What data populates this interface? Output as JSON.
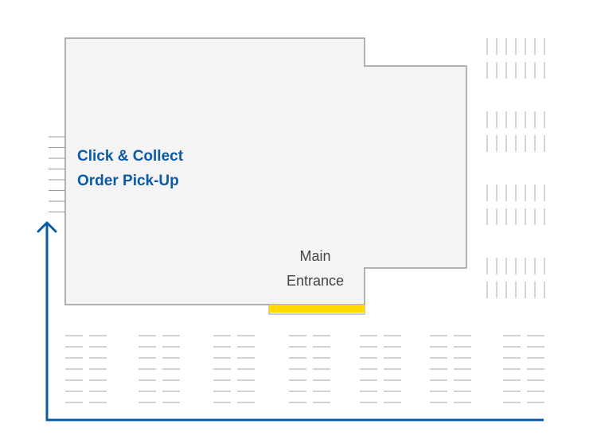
{
  "pickup_label": {
    "line1": "Click & Collect",
    "line2": "Order Pick-Up",
    "color": "#0b5aa5"
  },
  "entrance_label": {
    "line1": "Main",
    "line2": "Entrance",
    "color": "#444444"
  },
  "colors": {
    "building_fill": "#f4f4f4",
    "building_stroke": "#9a9a9a",
    "entrance_marker": "#ffd900",
    "route_arrow": "#0b5aa5",
    "parking_lines": "#b8b8b8"
  }
}
